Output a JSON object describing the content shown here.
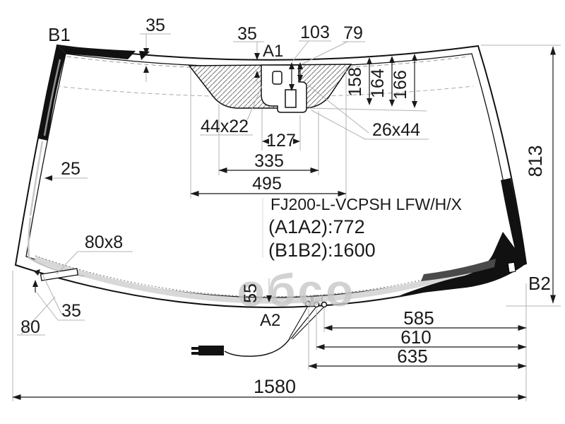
{
  "title": "Windshield technical diagram",
  "part": {
    "part_code": "FJ200-L-VCPSH LFW/H/X",
    "a1a2_spec": "(A1A2):772",
    "b1b2_spec": "(B1B2):1600"
  },
  "watermark": "обсо",
  "corner_labels": {
    "b1": "B1",
    "a1": "A1",
    "b2": "B2",
    "a2": "A2"
  },
  "dims": {
    "top_band_left": "35",
    "top_band_center": "35",
    "mount_depth_1": "103",
    "mount_depth_2": "79",
    "frit_depth_1": "158",
    "frit_depth_2": "164",
    "frit_depth_3": "166",
    "sensor_small": "44x22",
    "sensor_large": "26x44",
    "mount_width": "127",
    "frit_width_inner": "335",
    "frit_width_outer": "495",
    "side_band": "25",
    "sticker": "80x8",
    "bottom_left_gap": "35",
    "bottom_left_offset": "80",
    "connector_offset": "55",
    "conn_dist_1": "585",
    "conn_dist_2": "610",
    "conn_dist_3": "635",
    "total_width": "1580",
    "total_height": "813"
  }
}
